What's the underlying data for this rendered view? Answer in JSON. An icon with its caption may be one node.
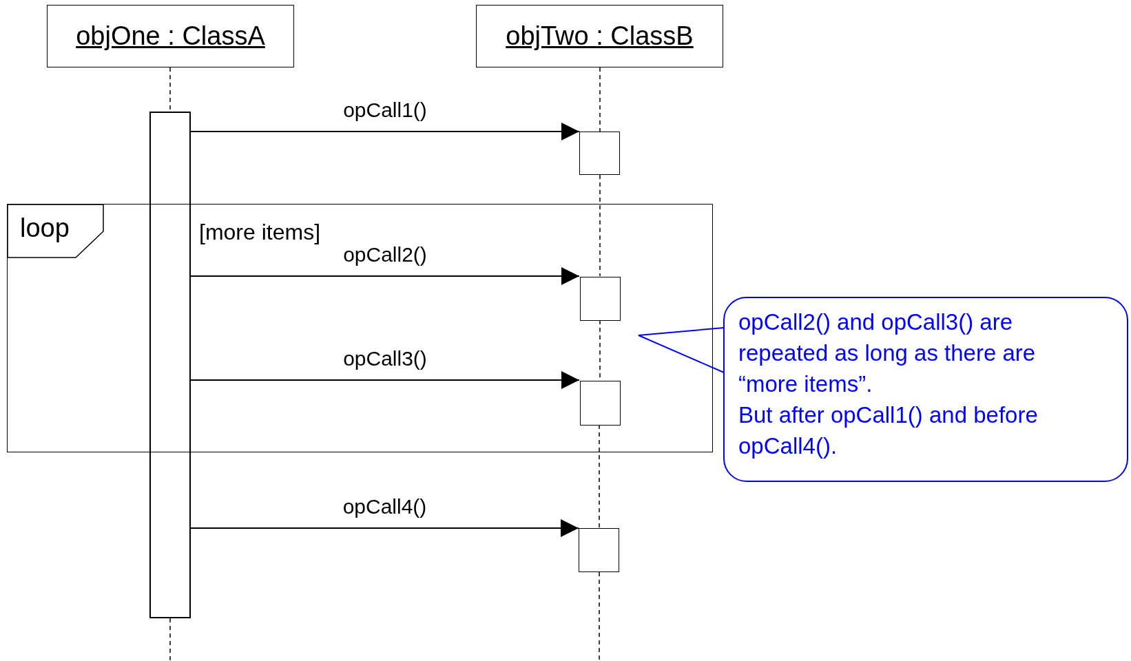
{
  "diagram": {
    "nodes": [
      {
        "text": [
          "objOne : ClassA"
        ]
      },
      {
        "text": [
          "objTwo : ClassB"
        ]
      },
      {
        "text": [],
        "shape": "bar"
      },
      {
        "text": [],
        "shape": "box"
      },
      {
        "text": [
          "loop",
          "[more items]"
        ]
      },
      {
        "text": [],
        "shape": "box",
        "in": 4
      },
      {
        "text": [],
        "shape": "box",
        "in": 4
      },
      {
        "text": [
          "opCall2() and opCall3() are repeated as long as there are “more items”.",
          "But after opCall1() and before opCall4()."
        ]
      },
      {
        "text": [],
        "shape": "box"
      }
    ],
    "edges": [
      {
        "from": 0,
        "to": 2,
        "arrow": "none",
        "style": "dashed"
      },
      {
        "from": 1,
        "to": 3,
        "arrow": "none",
        "style": "dashed"
      },
      {
        "from": 2,
        "to": 3,
        "arrow": "to",
        "label": "opCall1()"
      },
      {
        "from": 3,
        "to": 5,
        "arrow": "none",
        "style": "dashed"
      },
      {
        "from": 2,
        "to": 5,
        "arrow": "to",
        "label": "opCall2()"
      },
      {
        "from": 5,
        "to": 6,
        "arrow": "none",
        "style": "dashed"
      },
      {
        "from": 2,
        "to": 6,
        "arrow": "to",
        "label": "opCall3()"
      },
      {
        "from": 7,
        "to": null,
        "arrow": "none",
        "color": "#0000ff"
      },
      {
        "from": 6,
        "to": 8,
        "arrow": "none",
        "style": "dashed"
      },
      {
        "from": 2,
        "to": 8,
        "arrow": "to",
        "label": "opCall4()"
      },
      {
        "from": 2,
        "to": null,
        "arrow": "none",
        "style": "dashed"
      },
      {
        "from": 8,
        "to": null,
        "arrow": "none",
        "style": "dashed"
      }
    ]
  }
}
